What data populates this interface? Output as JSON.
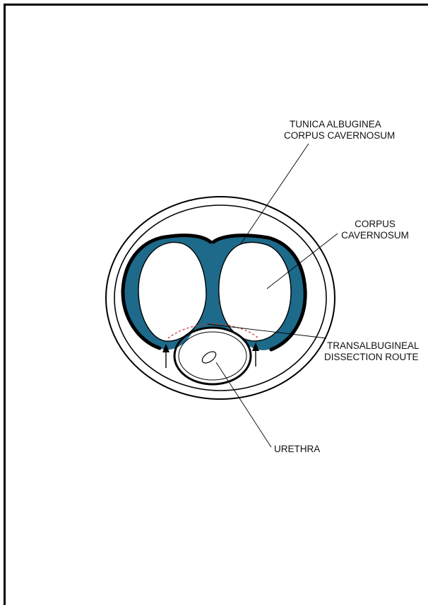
{
  "labels": {
    "tunica_line1": "TUNICA ALBUGINEA",
    "tunica_line2": "CORPUS CAVERNOSUM",
    "corpus_line1": "CORPUS",
    "corpus_line2": "CAVERNOSUM",
    "route_line1": "TRANSALBUGINEAL",
    "route_line2": "DISSECTION ROUTE",
    "urethra": "URETHRA"
  },
  "colors": {
    "tunica_fill": "#1d6a8a",
    "outline": "#000000",
    "background": "#ffffff"
  }
}
